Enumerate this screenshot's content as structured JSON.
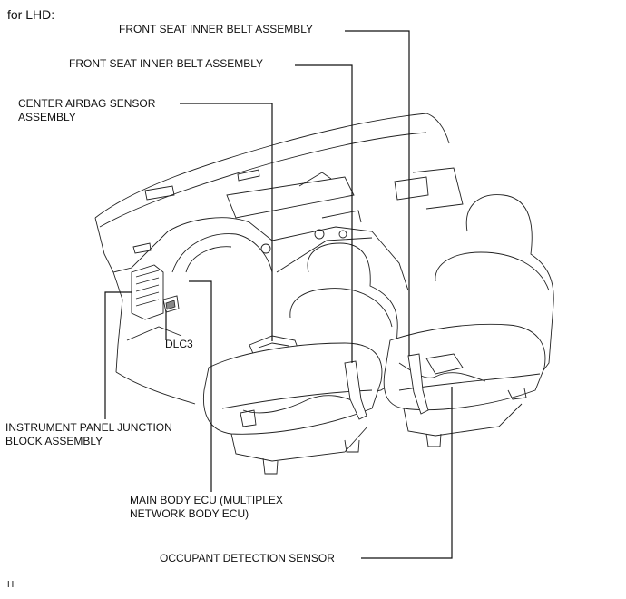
{
  "header": "for LHD:",
  "callouts": {
    "front_seat_inner_belt_1": "FRONT SEAT INNER BELT ASSEMBLY",
    "front_seat_inner_belt_2": "FRONT SEAT INNER BELT ASSEMBLY",
    "center_airbag_sensor": [
      "CENTER AIRBAG SENSOR",
      "ASSEMBLY"
    ],
    "dlc3": "DLC3",
    "instrument_panel_jb": [
      "INSTRUMENT PANEL JUNCTION",
      "BLOCK ASSEMBLY"
    ],
    "main_body_ecu": [
      "MAIN BODY ECU (MULTIPLEX",
      "NETWORK BODY ECU)"
    ],
    "occupant_detection_sensor": "OCCUPANT DETECTION SENSOR"
  },
  "figure_code": "H"
}
